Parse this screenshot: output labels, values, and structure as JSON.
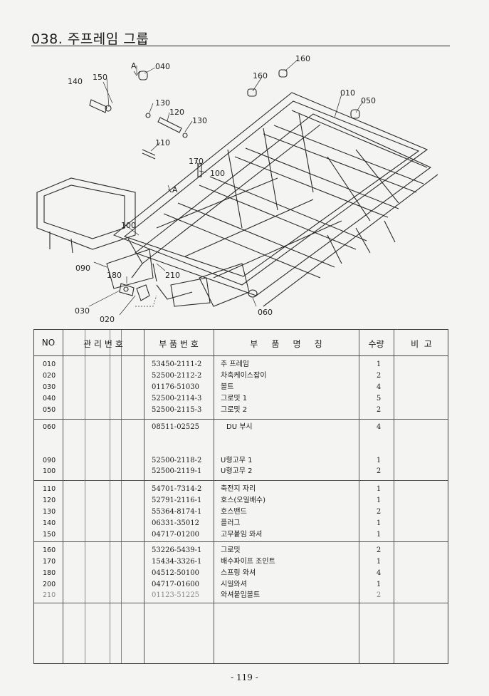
{
  "page": {
    "title": "038. 주프레임 그룹",
    "page_number": "- 119 -"
  },
  "diagram": {
    "callouts": [
      "140",
      "150",
      "040",
      "A",
      "160",
      "160",
      "010",
      "050",
      "130",
      "120",
      "130",
      "110",
      "170",
      "100",
      "A",
      "100",
      "090",
      "180",
      "210",
      "030",
      "020",
      "060"
    ]
  },
  "table": {
    "headers": {
      "no": "NO",
      "mgmt": "관 리 번 호",
      "part_no": "부 품 번 호",
      "part_name": "부     품     명     칭",
      "qty": "수량",
      "remarks": "비  고"
    },
    "rows": [
      {
        "no": "010",
        "part": "53450-2111-2",
        "name": "주 프레임",
        "qty": "1"
      },
      {
        "no": "020",
        "part": "52500-2112-2",
        "name": "차축케이스잡이",
        "qty": "2"
      },
      {
        "no": "030",
        "part": "01176-51030",
        "name": "볼트",
        "qty": "4"
      },
      {
        "no": "040",
        "part": "52500-2114-3",
        "name": "그로밋 1",
        "qty": "5"
      },
      {
        "no": "050",
        "part": "52500-2115-3",
        "name": "그로밋 2",
        "qty": "2"
      },
      {
        "no": "060",
        "part": "08511-02525",
        "name": "DU 부시",
        "qty": "4"
      },
      {
        "no": "090",
        "part": "52500-2118-2",
        "name": "U형고무 1",
        "qty": "1"
      },
      {
        "no": "100",
        "part": "52500-2119-1",
        "name": "U형고무 2",
        "qty": "2"
      },
      {
        "no": "110",
        "part": "54701-7314-2",
        "name": "축전지 자리",
        "qty": "1"
      },
      {
        "no": "120",
        "part": "52791-2116-1",
        "name": "호스(오일배수)",
        "qty": "1"
      },
      {
        "no": "130",
        "part": "55364-8174-1",
        "name": "호스밴드",
        "qty": "2"
      },
      {
        "no": "140",
        "part": "06331-35012",
        "name": "플러그",
        "qty": "1"
      },
      {
        "no": "150",
        "part": "04717-01200",
        "name": "고무붙임 와셔",
        "qty": "1"
      },
      {
        "no": "160",
        "part": "53226-5439-1",
        "name": "그로밋",
        "qty": "2"
      },
      {
        "no": "170",
        "part": "15434-3326-1",
        "name": "배수파이프 조인트",
        "qty": "1"
      },
      {
        "no": "180",
        "part": "04512-50100",
        "name": "스프링 와셔",
        "qty": "4"
      },
      {
        "no": "200",
        "part": "04717-01600",
        "name": "시일와셔",
        "qty": "1"
      },
      {
        "no": "210",
        "part": "01123-51225",
        "name": "와셔붙임볼트",
        "qty": "2"
      }
    ]
  }
}
